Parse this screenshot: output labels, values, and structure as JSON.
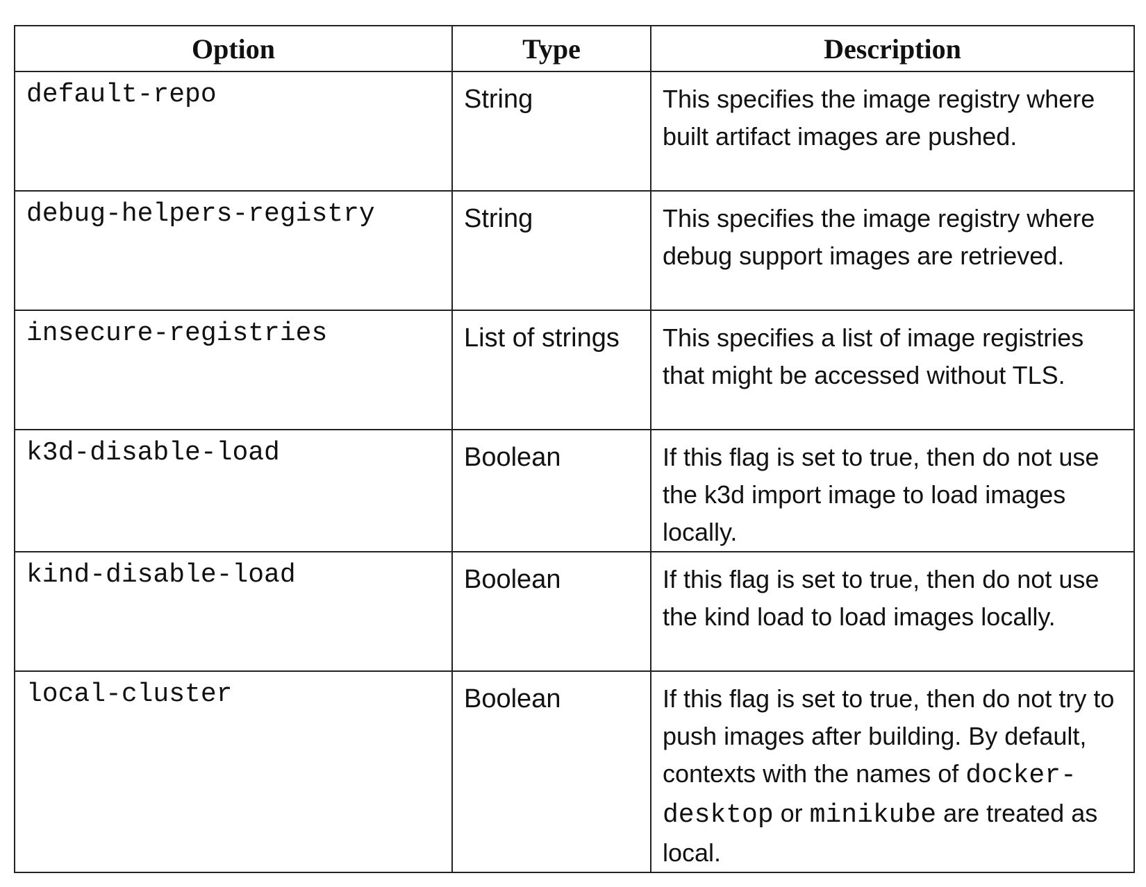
{
  "table": {
    "headers": {
      "option": "Option",
      "type": "Type",
      "description": "Description"
    },
    "rows": [
      {
        "option": "default-repo",
        "type": "String",
        "description": "This specifies the image registry where built artifact images are pushed."
      },
      {
        "option": "debug-helpers-registry",
        "type": "String",
        "description": "This specifies the image registry where debug support images are retrieved."
      },
      {
        "option": "insecure-registries",
        "type": "List of strings",
        "description": "This specifies a list of image registries that might be accessed without TLS."
      },
      {
        "option": "k3d-disable-load",
        "type": "Boolean",
        "description": "If this flag is set to true, then do not use the k3d import image to load images locally."
      },
      {
        "option": "kind-disable-load",
        "type": "Boolean",
        "description": "If this flag is set to true, then do not use the kind load to load images locally."
      },
      {
        "option": "local-cluster",
        "type": "Boolean",
        "description_parts": {
          "text1": "If this flag is set to true, then do not try to push images after building. By default, contexts with the names of ",
          "code1": "docker-desktop",
          "text2": " or ",
          "code2": "minikube",
          "text3": " are treated as local."
        }
      }
    ]
  }
}
